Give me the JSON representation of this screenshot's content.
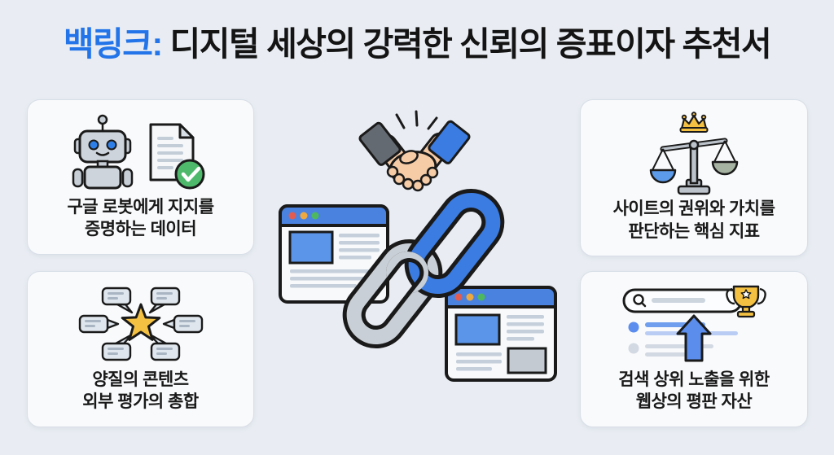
{
  "title": {
    "keyword": "백링크:",
    "rest": " 디지털 세상의 강력한 신뢰의 증표이자 추천서"
  },
  "cards": [
    {
      "icon": "robot-and-approved-document",
      "line1": "구글 로봇에게 지지를",
      "line2": "증명하는 데이터"
    },
    {
      "icon": "balance-scale-with-crown",
      "line1": "사이트의 권위와 가치를",
      "line2": "판단하는 핵심 지표"
    },
    {
      "icon": "star-with-review-bubbles",
      "line1": "양질의 콘텐츠",
      "line2": "외부 평가의 총합"
    },
    {
      "icon": "search-ranking-trophy",
      "line1": "검색 상위 노출을 위한",
      "line2": "웹상의 평판 자산"
    }
  ],
  "center_illustration": {
    "elements": [
      "handshake",
      "browser-window-left",
      "chain-links",
      "browser-window-right"
    ]
  },
  "colors": {
    "background": "#e9edf3",
    "card_background": "#f9fafc",
    "accent_blue": "#2274e8",
    "browser_header_blue": "#4a82e0",
    "chain_blue": "#3b7ce2",
    "chain_gray": "#c9cfd6",
    "gold": "#f5c142",
    "check_green": "#4eb96b",
    "skin": "#f6cca6",
    "text": "#141414"
  }
}
